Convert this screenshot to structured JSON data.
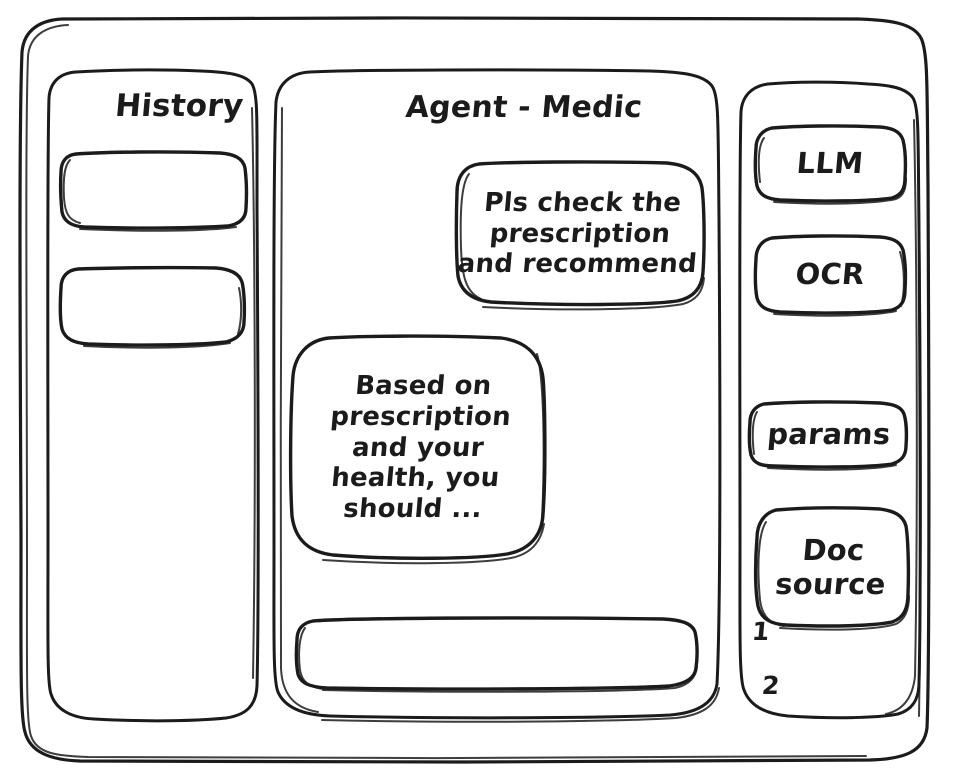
{
  "window": {
    "title": "Agent - Medic",
    "style": "hand-drawn wireframe mockup",
    "ink_color": "#1b1b1b",
    "background_color": "#ffffff"
  },
  "sidebar_left": {
    "title": "History",
    "items": [
      {
        "label": "",
        "name": "history-item-1"
      },
      {
        "label": "",
        "name": "history-item-2"
      }
    ]
  },
  "main": {
    "title": "Agent - Medic",
    "messages": [
      {
        "role": "user",
        "align": "right",
        "text": "Pls check the\nprescription\nand recommend"
      },
      {
        "role": "assistant",
        "align": "left",
        "text": "Based on\nprescription\nand your\nhealth, you\nshould ..."
      }
    ],
    "composer": {
      "value": "",
      "placeholder": ""
    }
  },
  "sidebar_right": {
    "tools": [
      {
        "label": "LLM",
        "name": "tool-llm"
      },
      {
        "label": "OCR",
        "name": "tool-ocr"
      }
    ],
    "params": {
      "label": "params"
    },
    "doc_source": {
      "label": "Doc\nsource"
    },
    "doc_list": [
      {
        "label": "1"
      },
      {
        "label": "2"
      }
    ]
  }
}
